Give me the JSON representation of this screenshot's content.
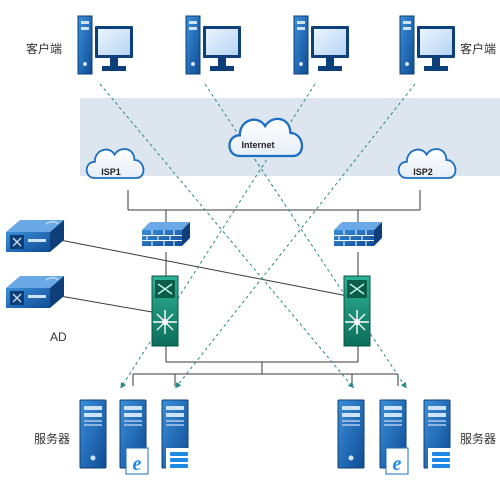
{
  "labels": {
    "client_left": "客户端",
    "client_right": "客户端",
    "internet": "Internet",
    "isp1": "ISP1",
    "isp2": "ISP2",
    "ad": "AD",
    "server_left": "服务器",
    "server_right": "服务器"
  },
  "colors": {
    "device_blue": "#1a6fbf",
    "device_dark": "#0d3f7a",
    "switch_teal": "#148a74",
    "band": "#dde5ef",
    "line": "#3a3a3a",
    "dashed_teal": "#2a8a86"
  },
  "icons": {
    "client": "desktop-computer-icon",
    "cloud": "cloud-icon",
    "firewall": "firewall-icon",
    "switch": "core-switch-icon",
    "ad_device": "ad-appliance-icon",
    "server": "tower-server-icon",
    "ie_server": "web-server-icon",
    "db_server": "database-server-icon"
  }
}
